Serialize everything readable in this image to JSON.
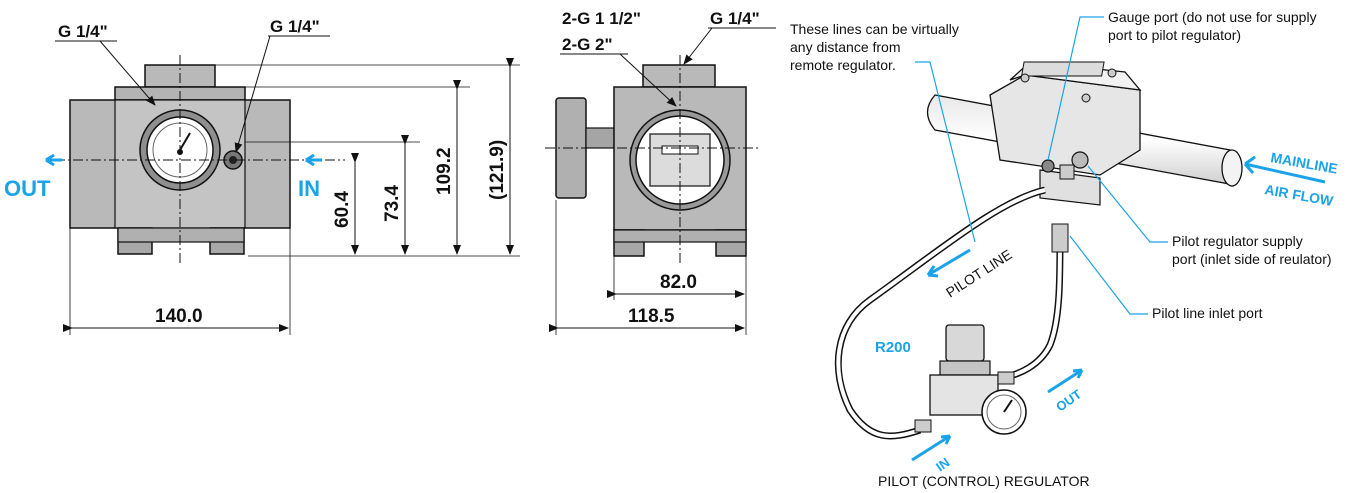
{
  "colors": {
    "accent": "#1aa3e8",
    "body": "#b9b9b9",
    "body_dark": "#8f8f8f",
    "line": "#111111"
  },
  "front_view": {
    "port_left_label": "G 1/4\"",
    "port_right_label": "G 1/4\"",
    "out_label": "OUT",
    "in_label": "IN",
    "dim_width": "140.0",
    "dim_h1": "60.4",
    "dim_h2": "73.4",
    "dim_h3": "109.2",
    "dim_h4": "(121.9)"
  },
  "side_view": {
    "thread_label_1": "2-G 1 1/2\"",
    "thread_label_2": "2-G 2\"",
    "port_label": "G 1/4\"",
    "dim_inner": "82.0",
    "dim_outer": "118.5"
  },
  "install": {
    "note_lines": [
      "These lines can be virtually",
      "any distance from",
      "remote regulator."
    ],
    "gauge_port": [
      "Gauge port (do not use for supply",
      "port to pilot regulator)"
    ],
    "supply_port": [
      "Pilot regulator supply",
      "port (inlet side of reulator)"
    ],
    "inlet_port": "Pilot line inlet port",
    "pilot_line": "PILOT LINE",
    "mainline": "MAINLINE",
    "air_flow": "AIR FLOW",
    "regulator_model": "R200",
    "reg_in": "IN",
    "reg_out": "OUT",
    "caption": "PILOT (CONTROL) REGULATOR"
  }
}
